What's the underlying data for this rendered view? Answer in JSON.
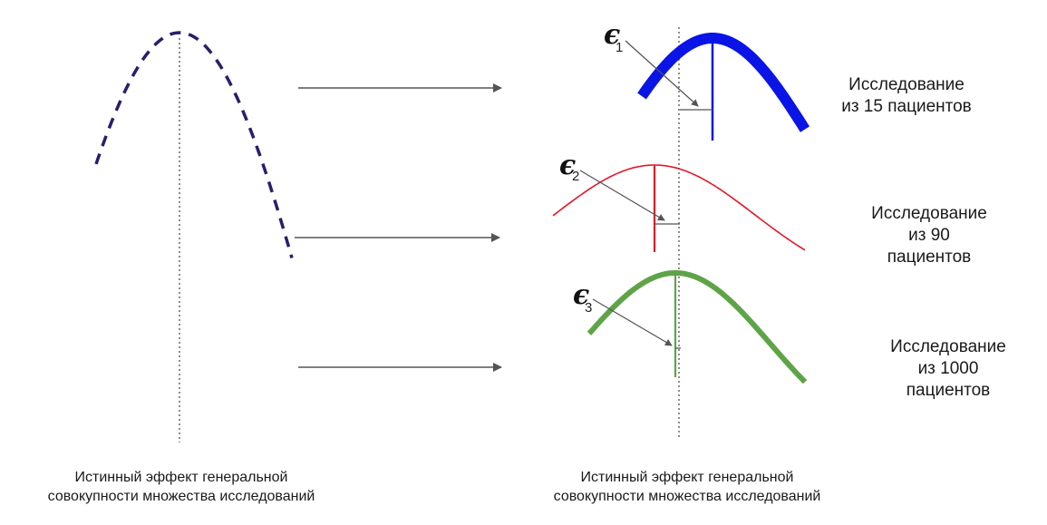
{
  "colors": {
    "population_curve": "#2b1d6b",
    "study_small": "#0a14e6",
    "study_medium": "#e01a2a",
    "study_large": "#5ea447",
    "arrow": "#555555"
  },
  "studies": [
    {
      "label_line1": "Исследование",
      "label_line2": "из 15 пациентов",
      "label_line3": "",
      "error_symbol": "ϵ",
      "error_index": "1"
    },
    {
      "label_line1": "Исследование",
      "label_line2": "из 90",
      "label_line3": "пациентов",
      "error_symbol": "ϵ",
      "error_index": "2"
    },
    {
      "label_line1": "Исследование",
      "label_line2": "из 1000",
      "label_line3": "пациентов",
      "error_symbol": "ϵ",
      "error_index": "3"
    }
  ],
  "captions": {
    "left_line1": "Истинный эффект генеральной",
    "left_line2": "совокупности множества исследований",
    "right_line1": "Истинный эффект генеральной",
    "right_line2": "совокупности множества исследований"
  }
}
